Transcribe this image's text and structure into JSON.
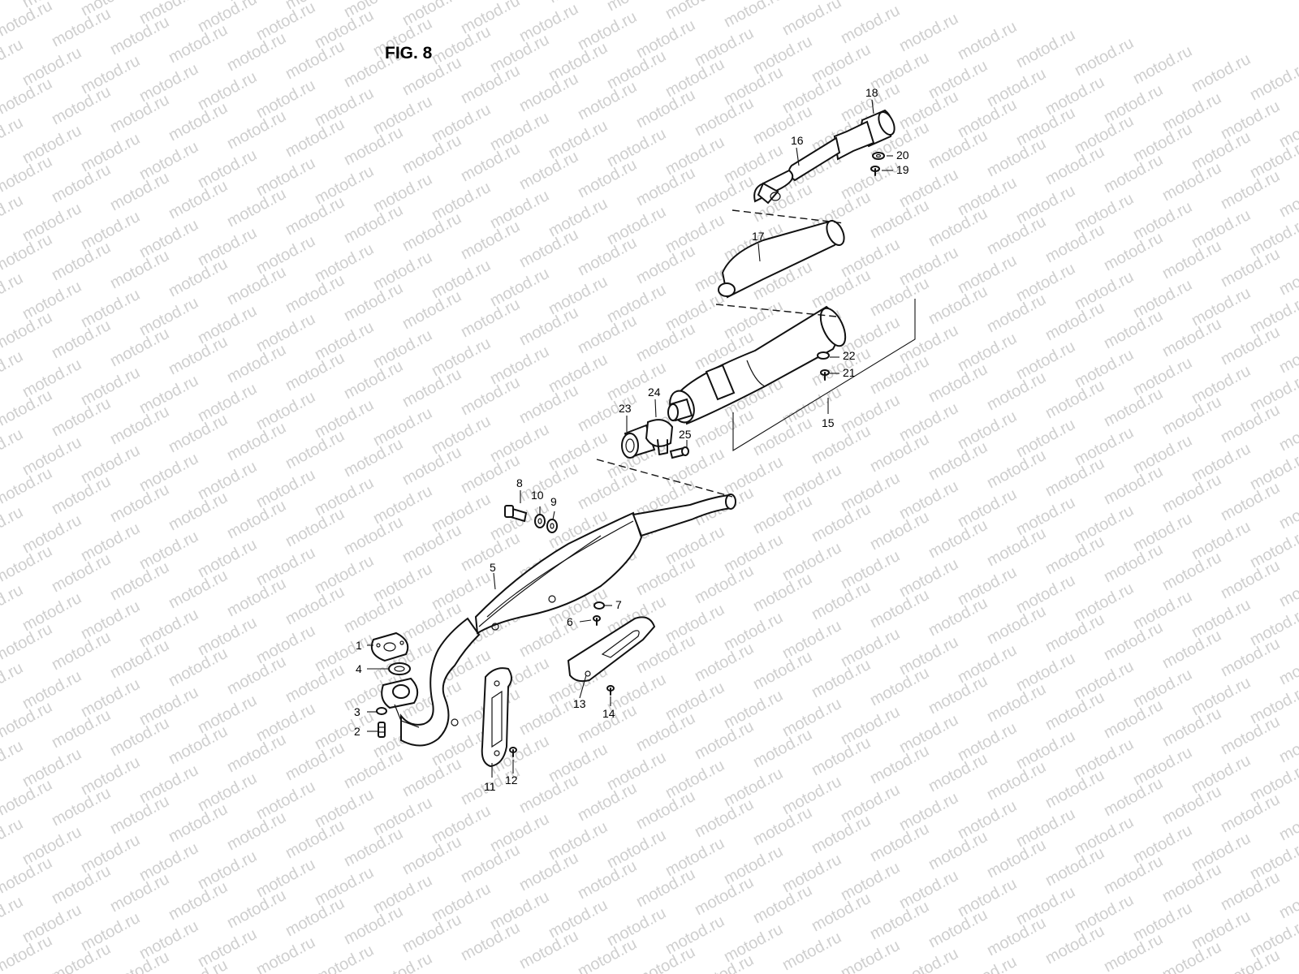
{
  "figure": {
    "title": "FIG. 8"
  },
  "watermark": {
    "text": "motod.ru"
  },
  "callouts": [
    {
      "id": "1",
      "label": "1"
    },
    {
      "id": "2",
      "label": "2"
    },
    {
      "id": "3",
      "label": "3"
    },
    {
      "id": "4",
      "label": "4"
    },
    {
      "id": "5",
      "label": "5"
    },
    {
      "id": "6",
      "label": "6"
    },
    {
      "id": "7",
      "label": "7"
    },
    {
      "id": "8",
      "label": "8"
    },
    {
      "id": "9",
      "label": "9"
    },
    {
      "id": "10",
      "label": "10"
    },
    {
      "id": "11",
      "label": "11"
    },
    {
      "id": "12",
      "label": "12"
    },
    {
      "id": "13",
      "label": "13"
    },
    {
      "id": "14",
      "label": "14"
    },
    {
      "id": "15",
      "label": "15"
    },
    {
      "id": "16",
      "label": "16"
    },
    {
      "id": "17",
      "label": "17"
    },
    {
      "id": "18",
      "label": "18"
    },
    {
      "id": "19",
      "label": "19"
    },
    {
      "id": "20",
      "label": "20"
    },
    {
      "id": "21",
      "label": "21"
    },
    {
      "id": "22",
      "label": "22"
    },
    {
      "id": "23",
      "label": "23"
    },
    {
      "id": "24",
      "label": "24"
    },
    {
      "id": "25",
      "label": "25"
    }
  ]
}
